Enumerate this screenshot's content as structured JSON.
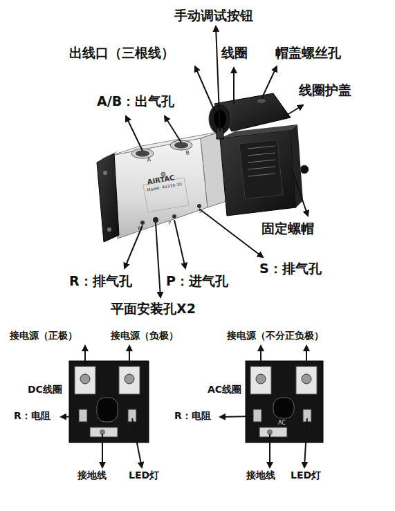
{
  "diagram": {
    "labels": [
      "手动调试按钮",
      "出线口（三根线）",
      "线圈",
      "帽盖螺丝孔",
      "线圈护盖",
      "A/B：出气孔",
      "固定螺帽",
      "R：排气孔",
      "P：进气孔",
      "S：排气孔",
      "平面安装孔X2",
      "A",
      "B",
      "AIRTAC",
      "Model: 4V310-10",
      "R",
      "P",
      "S",
      "接电源（正极）",
      "接电源（负极）",
      "DC线圈",
      "R：电阻",
      "接地线",
      "LED灯",
      "接电源（不分正负极）",
      "AC线圈",
      "R：电阻",
      "AC",
      "接地线",
      "LED灯"
    ]
  }
}
